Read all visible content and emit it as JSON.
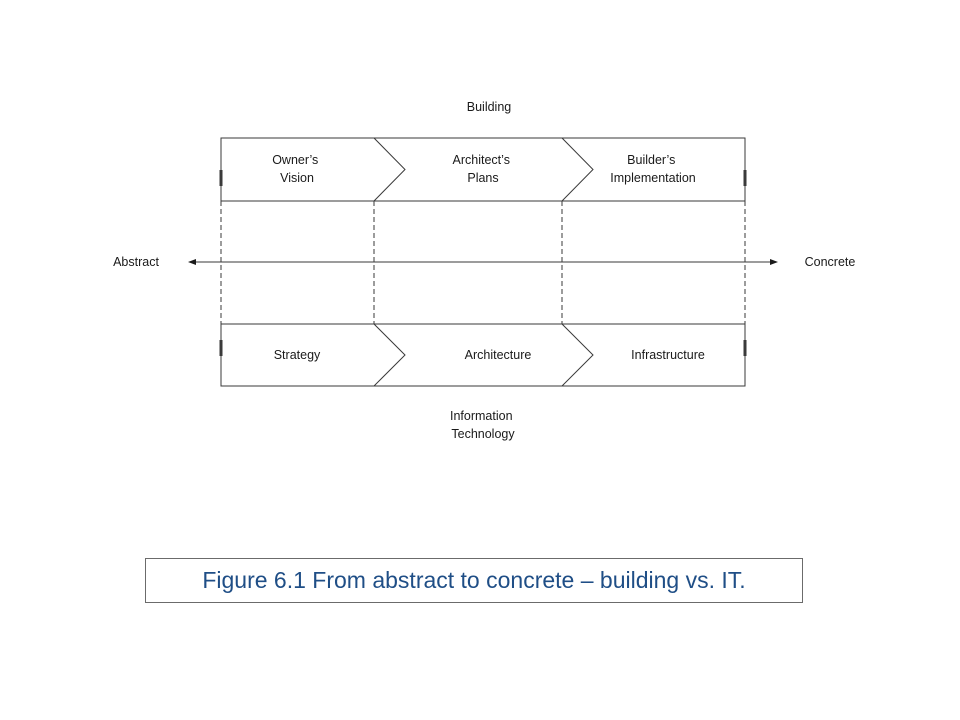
{
  "diagram": {
    "top_title": "Building",
    "bottom_title": [
      "Information",
      "Technology"
    ],
    "axis": {
      "left_label": "Abstract",
      "right_label": "Concrete"
    },
    "building_stages": [
      {
        "lines": [
          "Owner’s",
          "Vision"
        ]
      },
      {
        "lines": [
          "Architect’s",
          "Plans"
        ]
      },
      {
        "lines": [
          "Builder’s",
          "Implementation"
        ]
      }
    ],
    "it_stages": [
      {
        "lines": [
          "Strategy"
        ]
      },
      {
        "lines": [
          "Architecture"
        ]
      },
      {
        "lines": [
          "Infrastructure"
        ]
      }
    ]
  },
  "caption": {
    "text": "Figure 6.1  From abstract to concrete – building vs. IT."
  },
  "colors": {
    "line": "#3a3a3a",
    "caption_text": "#1f4e86",
    "caption_border": "#6b6b6b"
  }
}
